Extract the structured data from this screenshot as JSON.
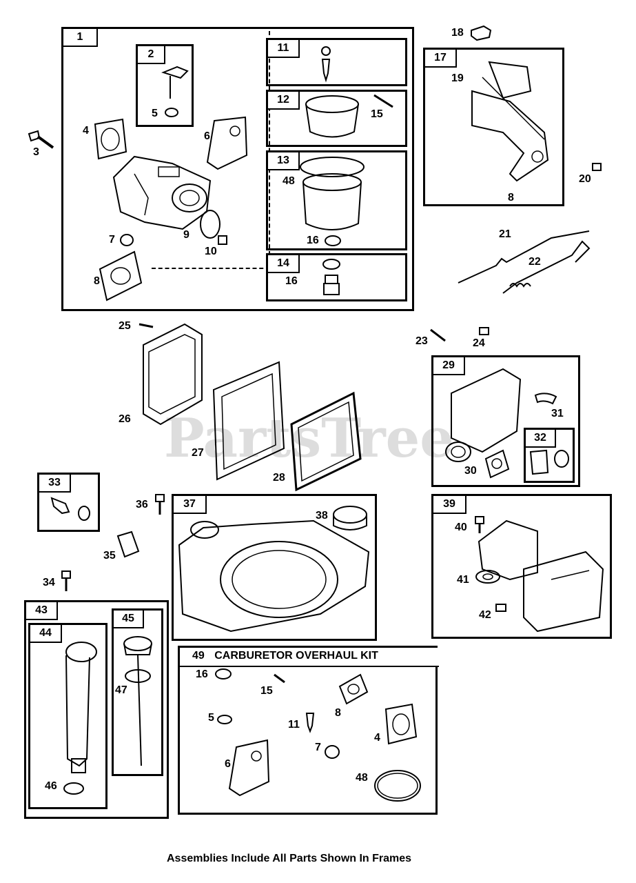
{
  "frames": {
    "f1": "1",
    "f2": "2",
    "f11": "11",
    "f12": "12",
    "f13": "13",
    "f14": "14",
    "f17": "17",
    "f29": "29",
    "f32": "32",
    "f33": "33",
    "f37": "37",
    "f39": "39",
    "f43": "43",
    "f44": "44",
    "f45": "45",
    "f49": "49"
  },
  "kit_title": "CARBURETOR OVERHAUL KIT",
  "labels": {
    "n3": "3",
    "n4": "4",
    "n5a": "5",
    "n6": "6",
    "n7": "7",
    "n8": "8",
    "n9": "9",
    "n10": "10",
    "n15": "15",
    "n48": "48",
    "n16": "16",
    "n16b": "16",
    "n18": "18",
    "n19": "19",
    "n8b": "8",
    "n20": "20",
    "n21": "21",
    "n22": "22",
    "n25": "25",
    "n26": "26",
    "n27": "27",
    "n28": "28",
    "n23": "23",
    "n24": "24",
    "n31": "31",
    "n30": "30",
    "n36": "36",
    "n35": "35",
    "n34": "34",
    "n38": "38",
    "n40": "40",
    "n41": "41",
    "n42": "42",
    "n47": "47",
    "n46": "46",
    "k16": "16",
    "k15": "15",
    "k8": "8",
    "k5": "5",
    "k11": "11",
    "k4": "4",
    "k7": "7",
    "k6": "6",
    "k48": "48"
  },
  "watermark": "PartsTree",
  "caption": "Assemblies Include All Parts Shown In Frames"
}
